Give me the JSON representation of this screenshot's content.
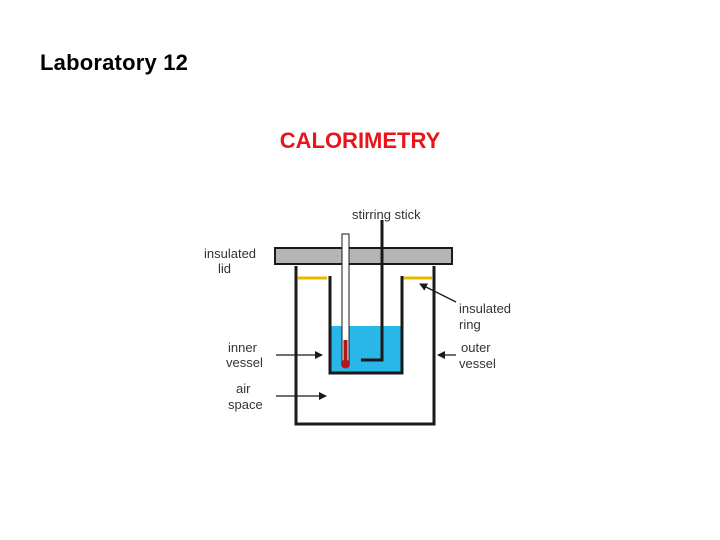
{
  "slide": {
    "heading": "Laboratory 12",
    "title": "CALORIMETRY"
  },
  "diagram": {
    "labels": {
      "stirring_stick": "stirring stick",
      "insulated_lid_line1": "insulated",
      "insulated_lid_line2": "lid",
      "insulated_ring_line1": "insulated",
      "insulated_ring_line2": "ring",
      "inner_vessel_line1": "inner",
      "inner_vessel_line2": "vessel",
      "outer_vessel_line1": "outer",
      "outer_vessel_line2": "vessel",
      "air_space_line1": "air",
      "air_space_line2": "space"
    },
    "colors": {
      "liquid": "#29b6e8",
      "lid": "#b5b5b5",
      "ring": "#e8b800",
      "thermometer_bulb": "#b3161b",
      "vessel_outline": "#1a1a1a",
      "title_red": "#e8151b"
    }
  }
}
